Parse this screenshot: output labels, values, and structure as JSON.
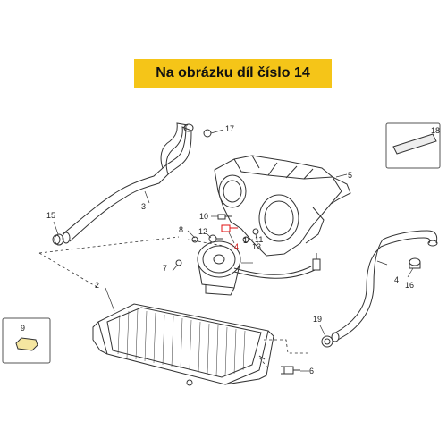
{
  "banner": {
    "text": "Na obrázku díl číslo 14"
  },
  "colors": {
    "banner_bg": "#f5c518",
    "line": "#333333",
    "highlight": "#e01010"
  },
  "callouts": {
    "c1": "1",
    "c2": "2",
    "c3": "3",
    "c4": "4",
    "c5": "5",
    "c6": "6",
    "c7": "7",
    "c8": "8",
    "c9": "9",
    "c10": "10",
    "c11": "11",
    "c12": "12",
    "c13": "13",
    "c14": "14",
    "c15": "15",
    "c16": "16",
    "c17": "17",
    "c18": "18",
    "c19": "19"
  }
}
